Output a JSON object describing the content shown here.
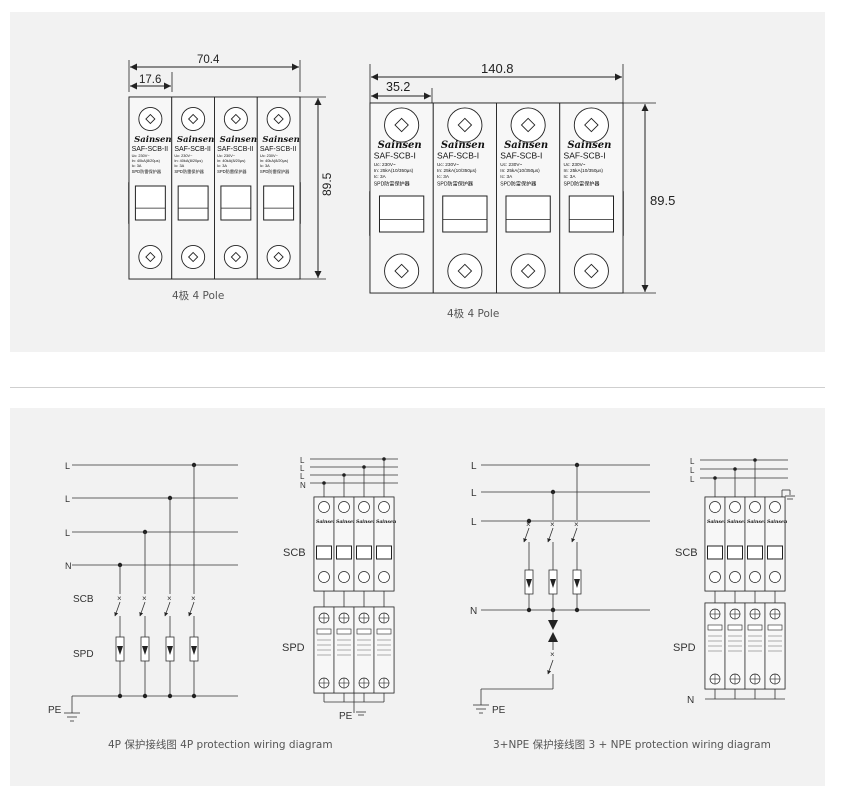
{
  "dimensions": {
    "left_width": "70.4",
    "left_module": "17.6",
    "left_height": "89.5",
    "right_width": "140.8",
    "right_module": "35.2",
    "right_height": "89.5"
  },
  "devices": {
    "brand": "Sainsen",
    "left_model": "SAF-SCB-II",
    "right_model": "SAF-SCB-I",
    "spec_uc": "Uc: 230V~",
    "spec_in_left": "In: 40kA(8/20µs)",
    "spec_in_right": "In: 25kA(10/350µs)",
    "spec_ic": "Ic: 3A",
    "spd_label": "SPD防雷保护器"
  },
  "captions": {
    "left_pole": "4极 4 Pole",
    "right_pole": "4极 4 Pole",
    "diagram_4p": "4P 保护接线图 4P protection wiring diagram",
    "diagram_npe": "3+NPE 保护接线图 3 + NPE protection wiring diagram"
  },
  "wiring_4p": {
    "lines": [
      "L",
      "L",
      "L",
      "N"
    ],
    "scb": "SCB",
    "spd": "SPD",
    "pe": "PE"
  },
  "wiring_4p_module": {
    "lines": [
      "L",
      "L",
      "L",
      "N"
    ],
    "scb": "SCB",
    "spd": "SPD",
    "pe": "PE"
  },
  "wiring_npe": {
    "lines": [
      "L",
      "L",
      "L",
      "N"
    ],
    "pe": "PE"
  },
  "wiring_npe_module": {
    "lines": [
      "L",
      "L",
      "L"
    ],
    "scb": "SCB",
    "spd": "SPD",
    "n": "N"
  }
}
